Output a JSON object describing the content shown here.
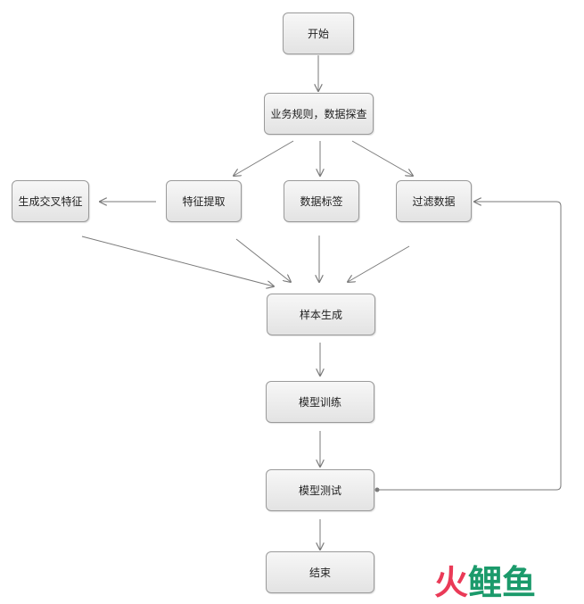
{
  "nodes": {
    "start": "开始",
    "rules": "业务规则，数据探查",
    "cross": "生成交叉特征",
    "extract": "特征提取",
    "label": "数据标签",
    "filter": "过滤数据",
    "sample": "样本生成",
    "train": "模型训练",
    "test": "模型测试",
    "end": "结束"
  },
  "logo": {
    "text": "火鲤鱼",
    "colors": [
      "#ea3a57",
      "#1b9a6b"
    ]
  },
  "colors": {
    "node_border": "#9a9a9a",
    "node_fill_top": "#f7f7f7",
    "node_fill_bottom": "#e3e3e3",
    "connector": "#7a7a7a"
  }
}
